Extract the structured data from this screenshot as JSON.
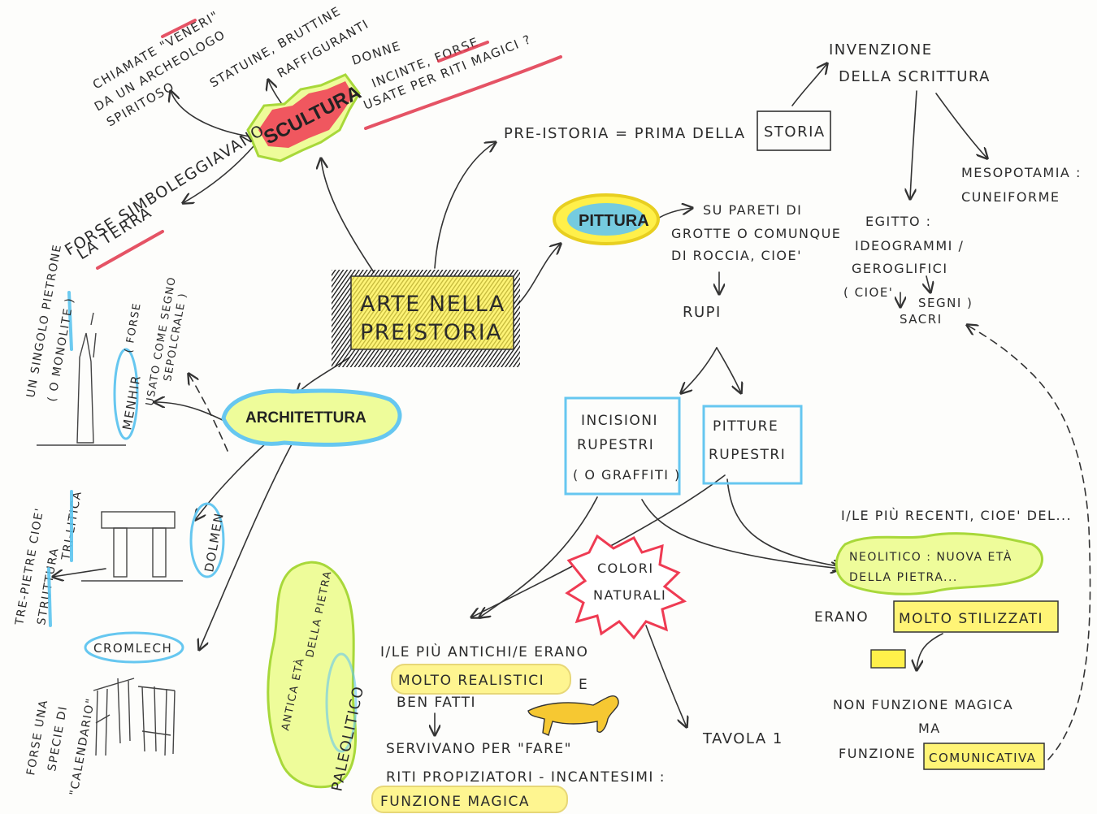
{
  "center": {
    "title_line1": "ARTE NELLA",
    "title_line2": "PREISTORIA"
  },
  "scultura": {
    "label": "SCULTURA",
    "veneri_line1": "CHIAMATE \"VENERI\"",
    "veneri_line2": "DA UN ARCHEOLOGO",
    "veneri_line3": "SPIRITOSO",
    "statuine_line1": "STATUINE, BRUTTINE",
    "statuine_line2": "RAFFIGURANTI",
    "donne_line1": "DONNE",
    "donne_line2": "INCINTE, FORSE",
    "donne_line3": "USATE PER RITI MAGICI ?",
    "terra_line1": "FORSE SIMBOLEGGIAVANO",
    "terra_line2": "LA TERRA"
  },
  "preistoria_def": {
    "text": "PRE-ISTORIA = PRIMA DELLA",
    "boxed": "STORIA"
  },
  "scrittura": {
    "line1": "INVENZIONE",
    "line2": "DELLA SCRITTURA",
    "meso_line1": "MESOPOTAMIA :",
    "meso_line2": "CUNEIFORME",
    "egitto_line1": "EGITTO :",
    "egitto_line2": "IDEOGRAMMI /",
    "egitto_line3": "GEROGLIFICI",
    "egitto_line4": "( CIOE'",
    "egitto_line5": "SEGNI )",
    "egitto_line6": "SACRI"
  },
  "pittura": {
    "label": "PITTURA",
    "desc_line1": "SU PARETI DI",
    "desc_line2": "GROTTE O COMUNQUE",
    "desc_line3": "DI ROCCIA, CIOE'",
    "rupi": "RUPI",
    "incisioni_line1": "INCISIONI",
    "incisioni_line2": "RUPESTRI",
    "incisioni_line3": "( O GRAFFITI )",
    "pitture_line1": "PITTURE",
    "pitture_line2": "RUPESTRI",
    "colori_line1": "COLORI",
    "colori_line2": "NATURALI",
    "tavola": "TAVOLA 1"
  },
  "recenti": {
    "intro": "I/LE PIÙ RECENTI, CIOE' DEL...",
    "neolitico_line1": "NEOLITICO : NUOVA ETÀ",
    "neolitico_line2": "DELLA PIETRA...",
    "erano": "ERANO",
    "stilizzati": "MOLTO STILIZZATI",
    "non_magica": "NON FUNZIONE MAGICA",
    "ma": "MA",
    "funzione": "FUNZIONE",
    "comunicativa": "COMUNICATIVA"
  },
  "antichi": {
    "line1": "I/LE PIÙ ANTICHI/E ERANO",
    "realistici": "MOLTO REALISTICI",
    "e": "E",
    "line3": "BEN FATTI",
    "servivano": "SERVIVANO PER \"FARE\"",
    "riti": "RITI PROPIZIATORI - INCANTESIMI :",
    "magica": "FUNZIONE MAGICA"
  },
  "paleolitico": {
    "label": "PALEOLITICO",
    "antica": "ANTICA ETÀ",
    "pietra": "DELLA PIETRA"
  },
  "architettura": {
    "label": "ARCHITETTURA",
    "monolite_line1": "UN SINGOLO PIETRONE",
    "monolite_line2": "( O MONOLITE )",
    "menhir": "MENHIR",
    "forse_line1": "( FORSE",
    "forse_line2": "USATO COME SEGNO",
    "forse_line3": "SEPOLCRALE )",
    "trepietre_line1": "TRE-PIETRE CIOE'",
    "trepietre_line2": "TRI-LITICA",
    "trepietre_line3": "STRUTTURA",
    "dolmen": "DOLMEN",
    "cromlech": "CROMLECH",
    "calendario_line1": "FORSE UNA",
    "calendario_line2": "SPECIE DI",
    "calendario_line3": "\"CALENDARIO\""
  }
}
